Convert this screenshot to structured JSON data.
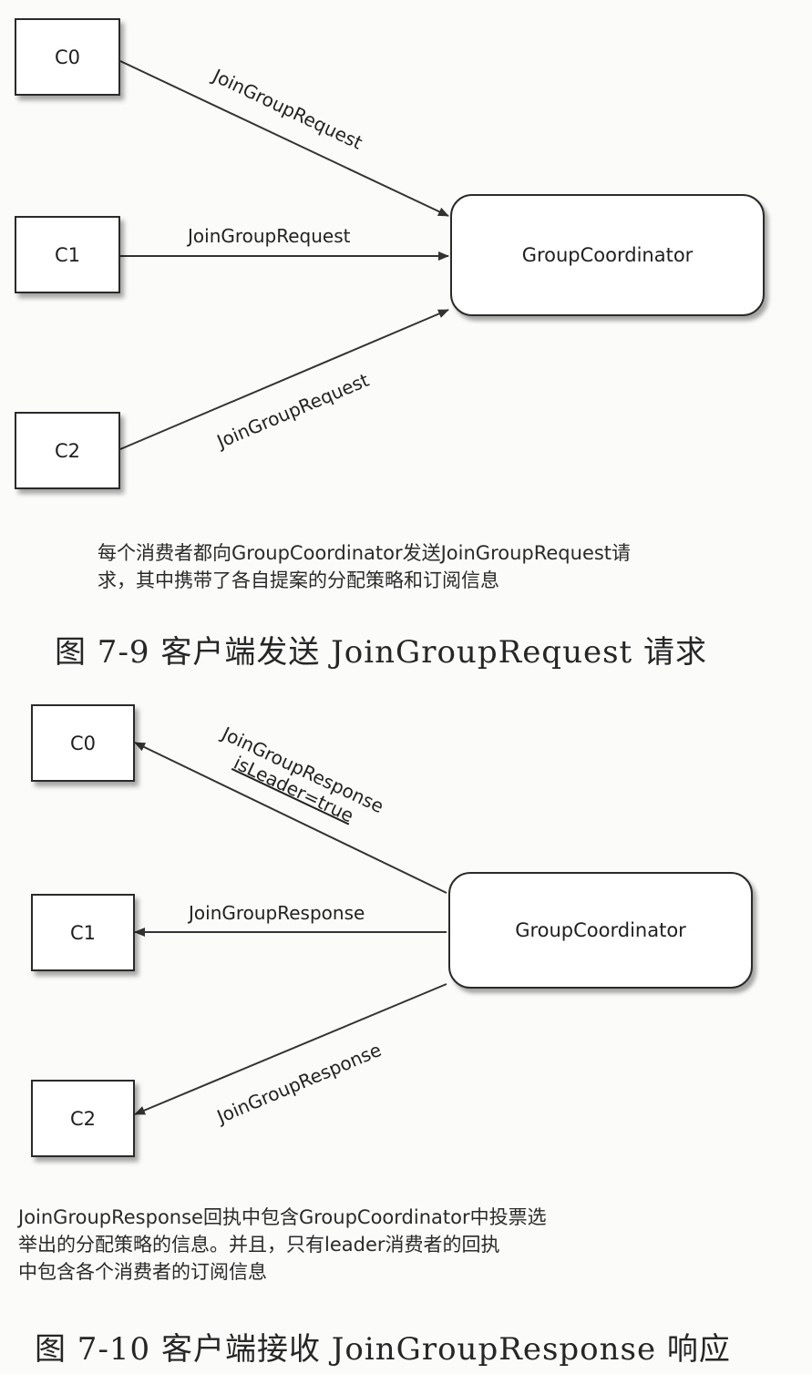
{
  "figure1": {
    "consumers": [
      "C0",
      "C1",
      "C2"
    ],
    "coordinator": "GroupCoordinator",
    "arrow_labels": [
      "JoinGroupRequest",
      "JoinGroupRequest",
      "JoinGroupRequest"
    ],
    "note_lines": [
      "每个消费者都向GroupCoordinator发送JoinGroupRequest请",
      "求，其中携带了各自提案的分配策略和订阅信息"
    ],
    "caption": "图 7-9   客户端发送 JoinGroupRequest 请求"
  },
  "figure2": {
    "consumers": [
      "C0",
      "C1",
      "C2"
    ],
    "coordinator": "GroupCoordinator",
    "arrow_labels": [
      "JoinGroupResponse",
      "JoinGroupResponse",
      "JoinGroupResponse"
    ],
    "leader_flag": "isLeader=true",
    "note_lines": [
      "JoinGroupResponse回执中包含GroupCoordinator中投票选",
      "举出的分配策略的信息。并且，只有leader消费者的回执",
      "中包含各个消费者的订阅信息"
    ],
    "caption": "图 7-10   客户端接收 JoinGroupResponse 响应"
  }
}
